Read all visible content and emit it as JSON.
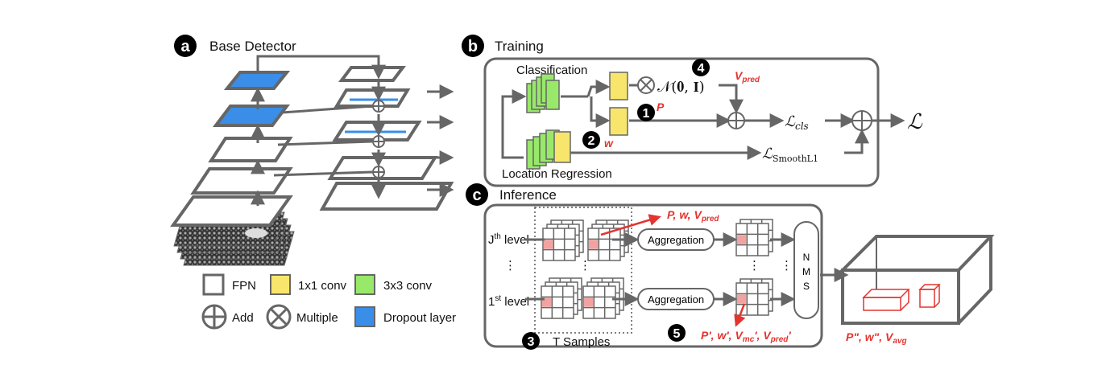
{
  "panels": {
    "a": {
      "badge": "a",
      "title": "Base Detector"
    },
    "b": {
      "badge": "b",
      "title": "Training",
      "classification": "Classification",
      "location": "Location Regression",
      "normal": "𝒩(𝟎, 𝐈)",
      "vpred": "V",
      "vpred_sub": "pred",
      "p": "P",
      "w": "w",
      "lcls": "ℒ",
      "lcls_sub": "cls",
      "lsmooth": "ℒ",
      "lsmooth_sub": "SmoothL1",
      "ltotal": "ℒ",
      "step1": "1",
      "step2": "2",
      "step4": "4"
    },
    "c": {
      "badge": "c",
      "title": "Inference",
      "jlevel_pre": "J",
      "jlevel_sup": "th",
      "jlevel_post": " level",
      "flevel_pre": "1",
      "flevel_sup": "st",
      "flevel_post": " level",
      "aggregation": "Aggregation",
      "nms": [
        "N",
        "M",
        "S"
      ],
      "tsamples": "T Samples",
      "pwv": "P, w, V",
      "pwv_sub": "pred",
      "pwv2": "P', w', V",
      "pwv2_sub1": "mc",
      "pwv2_mid": "', V",
      "pwv2_sub2": "pred",
      "pwv2_end": "'",
      "pwv3": "P\", w\", V",
      "pwv3_sub": "avg",
      "step3": "3",
      "step5": "5",
      "dots": "⋮"
    }
  },
  "legend": {
    "fpn": "FPN",
    "conv1": "1x1 conv",
    "conv3": "3x3 conv",
    "add": "Add",
    "multiple": "Multiple",
    "dropout": "Dropout layer"
  },
  "colors": {
    "yellow": "#f7e66b",
    "green": "#98e86a",
    "blue": "#3a8ee8",
    "red": "#e3342f",
    "pink": "#f2a2a0",
    "gray": "#666666"
  }
}
